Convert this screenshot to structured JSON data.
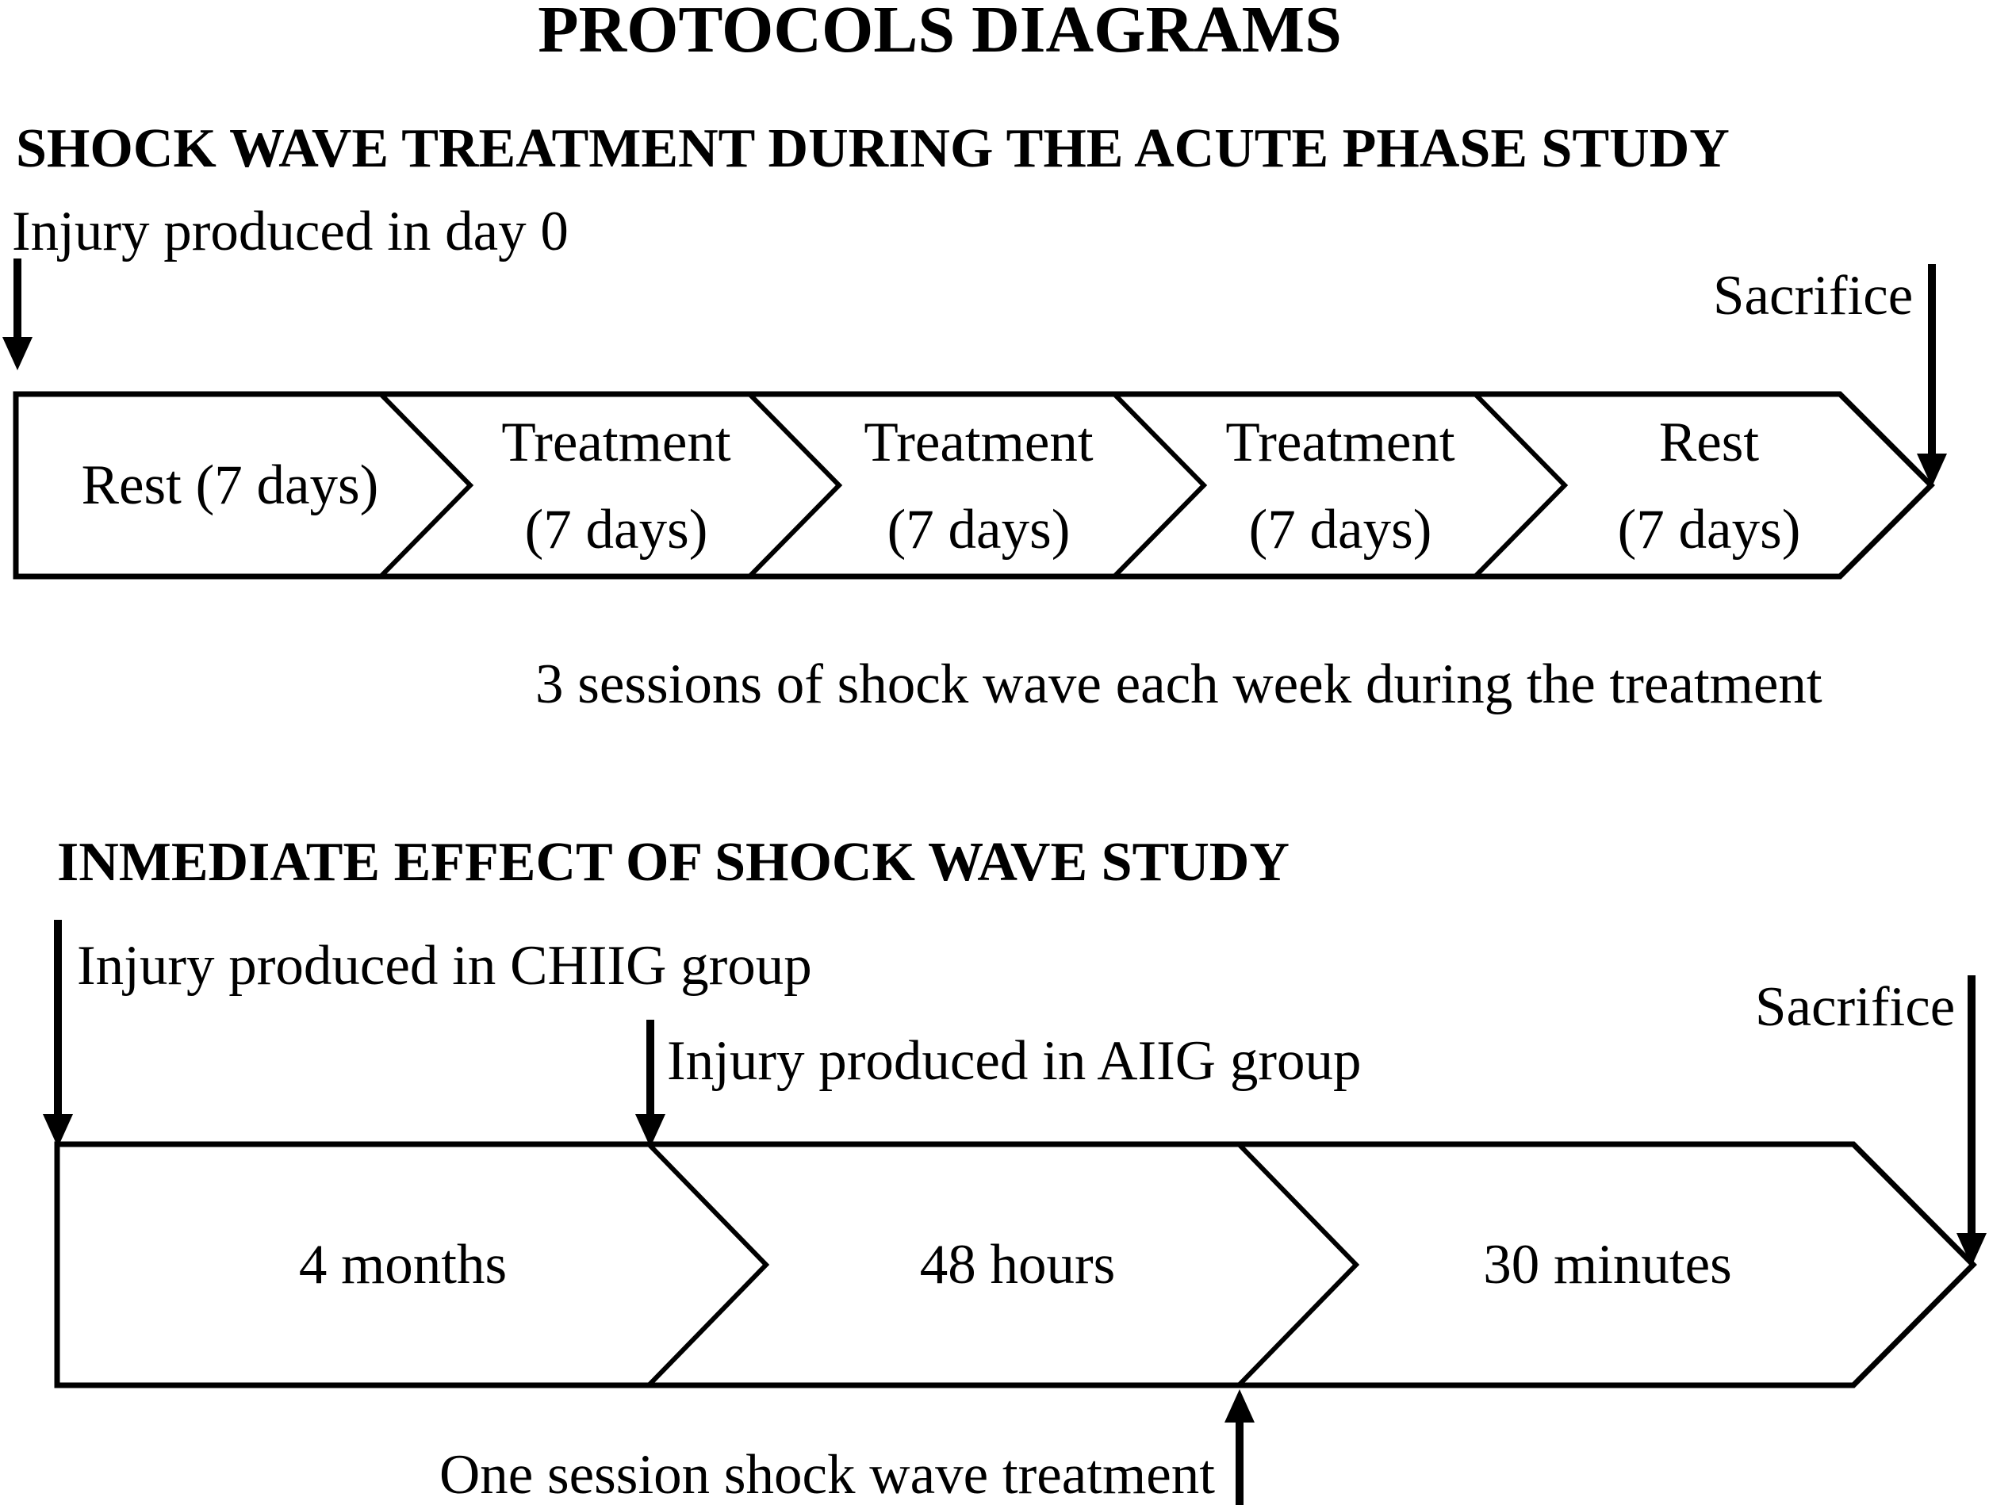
{
  "page": {
    "background": "#ffffff",
    "ink": "#000000"
  },
  "title": "PROTOCOLS DIAGRAMS",
  "study1": {
    "heading": "SHOCK WAVE TREATMENT DURING THE ACUTE PHASE STUDY",
    "injury_label": "Injury produced in day 0",
    "sacrifice_label": "Sacrifice",
    "caption": "3 sessions of shock wave each week during the treatment",
    "timeline": {
      "segments": [
        {
          "line1": "Rest (7 days)",
          "line2": ""
        },
        {
          "line1": "Treatment",
          "line2": "(7 days)"
        },
        {
          "line1": "Treatment",
          "line2": "(7 days)"
        },
        {
          "line1": "Treatment",
          "line2": "(7 days)"
        },
        {
          "line1": "Rest",
          "line2": "(7 days)"
        }
      ]
    }
  },
  "study2": {
    "heading": "INMEDIATE EFFECT OF SHOCK WAVE STUDY",
    "injury_chiig_label": "Injury produced in CHIIG group",
    "injury_aiig_label": "Injury produced in AIIG group",
    "sacrifice_label": "Sacrifice",
    "treatment_label": "One session shock wave treatment",
    "timeline": {
      "segments": [
        {
          "label": "4 months"
        },
        {
          "label": "48 hours"
        },
        {
          "label": "30 minutes"
        }
      ]
    }
  }
}
